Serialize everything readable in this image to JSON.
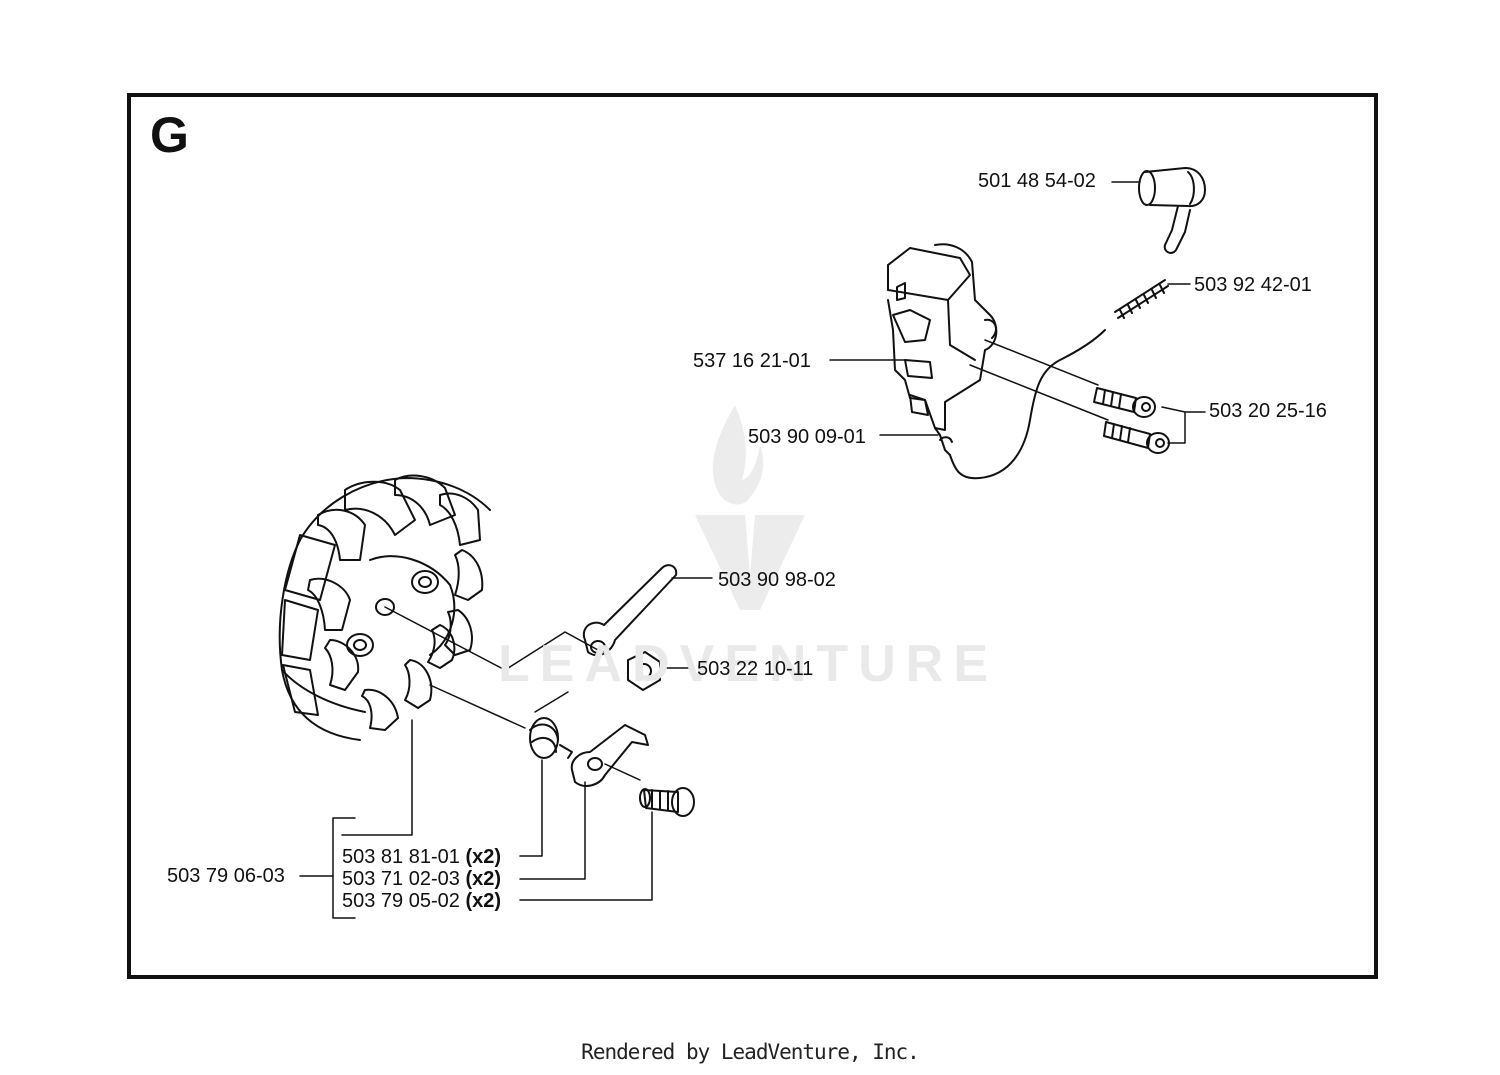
{
  "section": {
    "letter": "G"
  },
  "parts": {
    "plug_cap": "501 48 54-02",
    "spring": "503 92 42-01",
    "ignition_module": "537 16 21-01",
    "bolts": "503 20 25-16",
    "contact": "503 90 09-01",
    "lever": "503 90 98-02",
    "nut": "503 22 10-11",
    "flywheel": "503 79 06-03",
    "pawl_spring": "503 81 81-01",
    "pawl": "503 71 02-03",
    "pawl_pin": "503 79 05-02",
    "qty_two": "(x2)"
  },
  "watermark": {
    "text": "LEADVENTURE"
  },
  "footer": {
    "text": "Rendered by LeadVenture, Inc."
  },
  "colors": {
    "ink": "#111111",
    "watermark": "#e9e9e9",
    "paper": "#ffffff"
  }
}
